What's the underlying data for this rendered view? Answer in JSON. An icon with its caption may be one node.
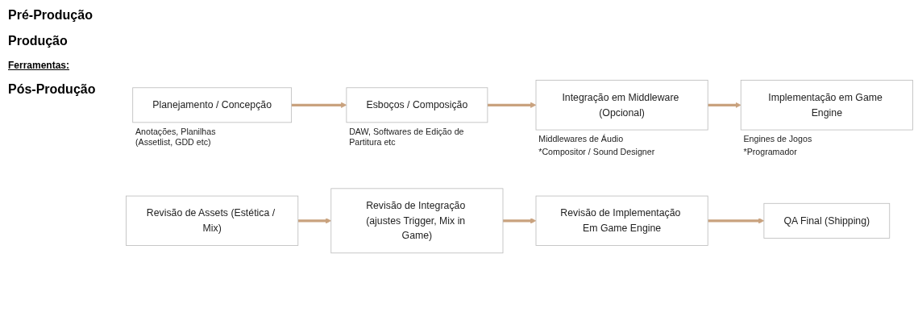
{
  "diagram": {
    "nodes": [
      {
        "text": [
          "Planejamento / Concepção"
        ],
        "beside": [
          "Anotações, Planilhas (Assetlist, GDD etc)"
        ]
      },
      {
        "text": [
          "Esboços / Composição"
        ],
        "beside": [
          "DAW, Softwares de Edição de Partitura etc"
        ]
      },
      {
        "text": [
          "Integração em Middleware (Opcional)"
        ],
        "beside": [
          "Middlewares de Áudio",
          "*Compositor / Sound Designer"
        ]
      },
      {
        "text": [
          "Implementação em Game Engine"
        ],
        "beside": [
          "Engines de Jogos",
          "*Programador"
        ]
      },
      {
        "text": [
          "Revisão de Assets (Estética / Mix)"
        ]
      },
      {
        "text": [
          "Revisão de Integração (ajustes Trigger, Mix in Game)"
        ]
      },
      {
        "text": [
          "Revisão de Implementação Em Game Engine"
        ]
      },
      {
        "text": [
          "QA Final (Shipping)"
        ]
      }
    ],
    "edges": [
      {
        "from": 0,
        "to": 1,
        "arrow": "to"
      },
      {
        "from": 1,
        "to": 2,
        "arrow": "to"
      },
      {
        "from": 2,
        "to": 3,
        "arrow": "to"
      },
      {
        "from": 4,
        "to": 5,
        "arrow": "to"
      },
      {
        "from": 5,
        "to": 6,
        "arrow": "to"
      },
      {
        "from": 6,
        "to": 7,
        "arrow": "to"
      }
    ],
    "labels": [
      "Pré-Produção",
      "Produção",
      "Ferramentas:",
      "Pós-Produção"
    ]
  }
}
